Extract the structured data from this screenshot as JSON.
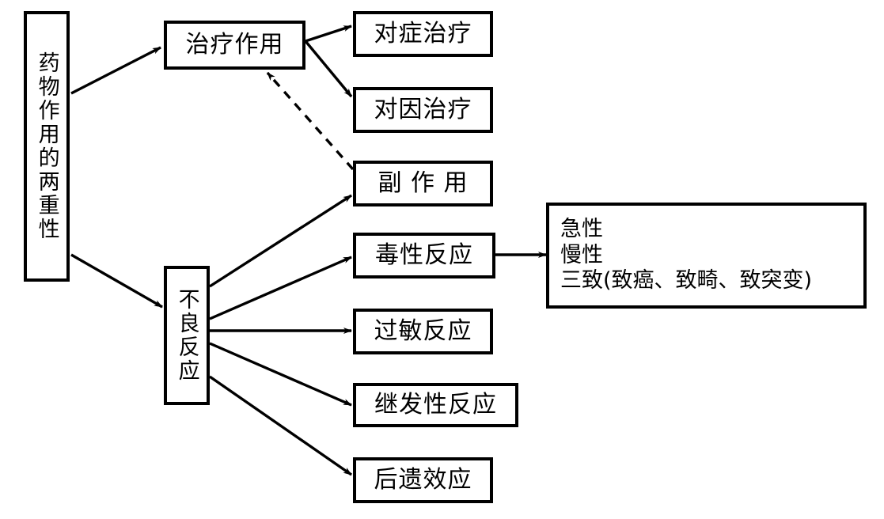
{
  "diagram": {
    "title": "药物作用的两重性",
    "type": "flowchart",
    "stroke_color": "#000000",
    "background_color": "#ffffff",
    "nodes": {
      "duality": {
        "label": "药物作用的两重性",
        "orientation": "vertical"
      },
      "therapeutic": {
        "label": "治疗作用",
        "orientation": "horizontal"
      },
      "symptomatic": {
        "label": "对症治疗",
        "orientation": "horizontal"
      },
      "etiological": {
        "label": "对因治疗",
        "orientation": "horizontal"
      },
      "side_effect": {
        "label": "副 作 用",
        "orientation": "horizontal"
      },
      "adverse": {
        "label": "不良反应",
        "orientation": "vertical"
      },
      "toxic": {
        "label": "毒性反应",
        "orientation": "horizontal"
      },
      "allergic": {
        "label": "过敏反应",
        "orientation": "horizontal"
      },
      "secondary": {
        "label": "继发性反应",
        "orientation": "horizontal"
      },
      "residual": {
        "label": "后遗效应",
        "orientation": "horizontal"
      },
      "toxic_detail": {
        "lines": [
          "急性",
          "慢性",
          "三致(致癌、致畸、致突变)"
        ],
        "label": "急性\n慢性\n三致(致癌、致畸、致突变)",
        "orientation": "horizontal"
      }
    },
    "edges": [
      {
        "from": "duality",
        "to": "therapeutic",
        "style": "solid",
        "arrow": true
      },
      {
        "from": "duality",
        "to": "adverse",
        "style": "solid",
        "arrow": true
      },
      {
        "from": "therapeutic",
        "to": "symptomatic",
        "style": "solid",
        "arrow": true
      },
      {
        "from": "therapeutic",
        "to": "etiological",
        "style": "solid",
        "arrow": true
      },
      {
        "from": "side_effect",
        "to": "therapeutic",
        "style": "dashed",
        "arrow": true
      },
      {
        "from": "adverse",
        "to": "side_effect",
        "style": "solid",
        "arrow": true
      },
      {
        "from": "adverse",
        "to": "toxic",
        "style": "solid",
        "arrow": true
      },
      {
        "from": "adverse",
        "to": "allergic",
        "style": "solid",
        "arrow": true
      },
      {
        "from": "adverse",
        "to": "secondary",
        "style": "solid",
        "arrow": true
      },
      {
        "from": "adverse",
        "to": "residual",
        "style": "solid",
        "arrow": true
      },
      {
        "from": "toxic",
        "to": "toxic_detail",
        "style": "solid",
        "arrow": true
      }
    ]
  }
}
